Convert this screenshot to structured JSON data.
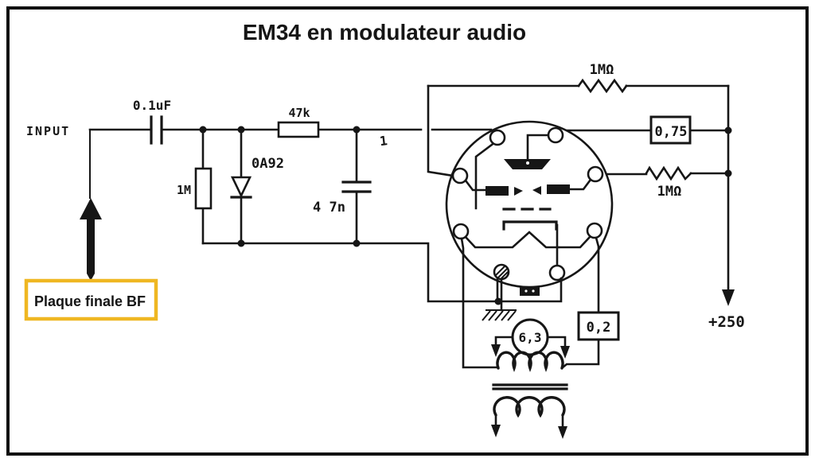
{
  "title": "EM34 en modulateur audio",
  "labels": {
    "input": "INPUT",
    "coupling_capacitor": "0.1uF",
    "grid_resistor": "1M",
    "diode": "0A92",
    "series_resistor": "47k",
    "filter_capacitor": "4 7n",
    "node_1": "1",
    "feedback_resistor_top": "1MΩ",
    "feedback_resistor_bottom": "1MΩ",
    "target_current": "0,75",
    "cathode_current": "0,2",
    "heater_voltage": "6,3",
    "supply_voltage": "+250"
  },
  "annotation": {
    "text": "Plaque finale BF",
    "border_color": "#EFB722"
  },
  "colors": {
    "ink": "#161616",
    "background": "#ffffff",
    "annotation_border": "#EFB722"
  }
}
